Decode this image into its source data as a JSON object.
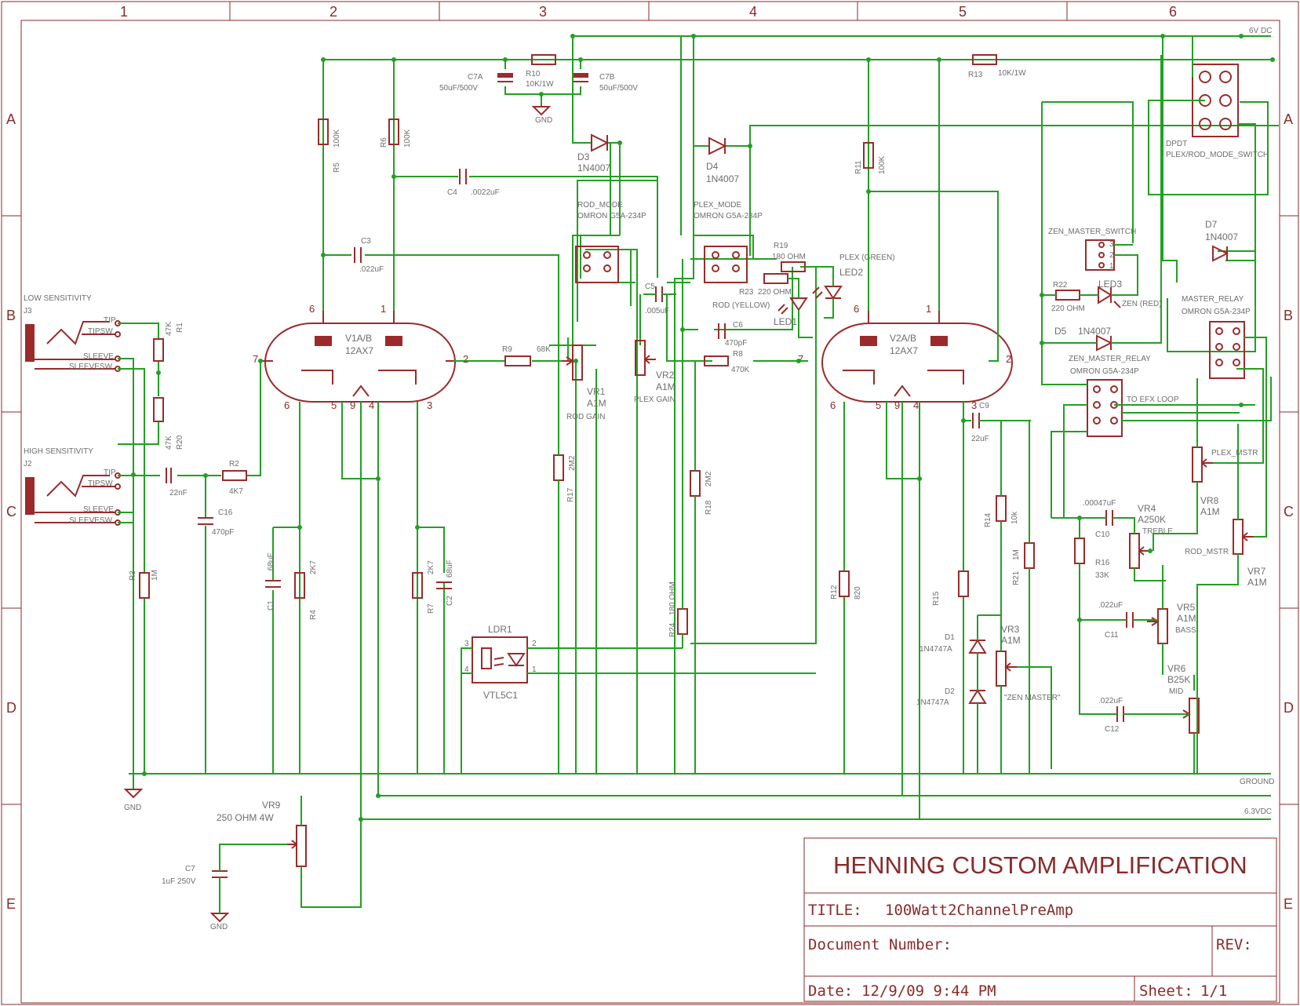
{
  "zones": {
    "cols": [
      "1",
      "2",
      "3",
      "4",
      "5",
      "6"
    ],
    "rows": [
      "A",
      "B",
      "C",
      "D",
      "E"
    ]
  },
  "title_block": {
    "company": "HENNING CUSTOM AMPLIFICATION",
    "title_label": "TITLE:",
    "title_value": "100Watt2ChannelPreAmp",
    "doc_label": "Document Number:",
    "rev_label": "REV:",
    "date_label": "Date:",
    "date_value": "12/9/09 9:44 PM",
    "sheet_label": "Sheet:",
    "sheet_value": "1/1"
  },
  "rails": {
    "v6": "6V DC",
    "ground": "GROUND",
    "v63": "6.3VDC",
    "gnd": "GND"
  },
  "inputs": {
    "low_title": "LOW SENSITIVITY",
    "low_ref": "J3",
    "high_title": "HIGH SENSITIVITY",
    "high_ref": "J2",
    "tip": "TIP",
    "tipsw": "TIPSW",
    "sleeve": "SLEEVE",
    "sleevesw": "SLEEVESW"
  },
  "tubes": {
    "v1_name": "V1A/B",
    "v1_type": "12AX7",
    "v2_name": "V2A/B",
    "v2_type": "12AX7",
    "p1": "1",
    "p2": "2",
    "p3": "3",
    "p4": "4",
    "p5": "5",
    "p6": "6",
    "p7": "7",
    "p9": "9"
  },
  "parts": {
    "r1": "R1",
    "r1v": "47K",
    "r20": "R20",
    "r20v": "47K",
    "r2": "R2",
    "r2v": "4K7",
    "r3": "R3",
    "r3v": "1M",
    "r4": "R4",
    "r4v": "2K7",
    "r5": "R5",
    "r5v": "100K",
    "r6": "R6",
    "r6v": "100K",
    "r7": "R7",
    "r7v": "2K7",
    "r8": "R8",
    "r8v": "470K",
    "r9": "R9",
    "r9v": "68K",
    "r10": "R10",
    "r10v": "10K/1W",
    "r11": "R11",
    "r11v": "100K",
    "r12": "R12",
    "r12v": "820",
    "r13": "R13",
    "r13v": "10K/1W",
    "r14": "R14",
    "r14v": "10k",
    "r15": "R15",
    "r16": "R16",
    "r16v": "33K",
    "r17": "R17",
    "r17v": "2M2",
    "r18": "R18",
    "r18v": "2M2",
    "r19": "R19",
    "r19v": "180 OHM",
    "r21": "R21",
    "r21v": "1M",
    "r22": "R22",
    "r22v": "220 OHM",
    "r23": "R23",
    "r23v": "220 OHM",
    "r24": "R24",
    "r24v": "180 OHM",
    "c1": "C1",
    "c1v": ".68uF",
    "c2": "C2",
    "c2v": "68uF",
    "c3": "C3",
    "c3v": ".022uF",
    "c4": "C4",
    "c4v": ".0022uF",
    "c5": "C5",
    "c5v": ".005uF",
    "c6": "C6",
    "c6v": "470pF",
    "c7": "C7",
    "c7v": "1uF 250V",
    "c7a": "C7A",
    "c7av": "50uF/500V",
    "c7b": "C7B",
    "c7bv": "50uF/500V",
    "c9": "C9",
    "c9v": "22uF",
    "c10": "C10",
    "c10v": ".00047uF",
    "c11": "C11",
    "c11v": ".022uF",
    "c12": "C12",
    "c12v": ".022uF",
    "c16": "C16",
    "c16v": "470pF",
    "cin": "22nF",
    "d1": "D1",
    "d1v": "1N4747A",
    "d2": "D2",
    "d2v": "1N4747A",
    "d3": "D3",
    "d3v": "1N4007",
    "d4": "D4",
    "d4v": "1N4007",
    "d5": "D5",
    "d5v": "1N4007",
    "d7": "D7",
    "d7v": "1N4007",
    "vr1": "VR1",
    "vr1v": "A1M",
    "vr1n": "ROD GAIN",
    "vr2": "VR2",
    "vr2v": "A1M",
    "vr2n": "PLEX GAIN",
    "vr3": "VR3",
    "vr3v": "A1M",
    "vr3n": "\"ZEN MASTER\"",
    "vr4": "VR4",
    "vr4v": "A250K",
    "vr4n": "TREBLE",
    "vr5": "VR5",
    "vr5v": "A1M",
    "vr5n": "BASS",
    "vr6": "VR6",
    "vr6v": "B25K",
    "vr6n": "MID",
    "vr7": "VR7",
    "vr7v": "A1M",
    "vr7n": "ROD_MSTR",
    "vr8": "VR8",
    "vr8v": "A1M",
    "vr8n": "PLEX_MSTR",
    "vr9": "VR9",
    "vr9v": "250 OHM 4W",
    "ldr1": "LDR1",
    "ldr1v": "VTL5C1",
    "led1": "LED1",
    "led1n": "ROD (YELLOW)",
    "led2": "LED2",
    "led2n": "PLEX (GREEN)",
    "led3": "LED3",
    "led3n": "ZEN (RED)",
    "rod_mode": "ROD_MODE",
    "plex_mode": "PLEX_MODE",
    "omron": "OMRON G5A-234P",
    "zen_switch": "ZEN_MASTER_SWITCH",
    "zen_relay": "ZEN_MASTER_RELAY",
    "master_relay": "MASTER_RELAY",
    "dpdt": "DPDT",
    "dpdt_n": "PLEX/ROD_MODE_SWITCH",
    "efx": "TO EFX LOOP"
  }
}
